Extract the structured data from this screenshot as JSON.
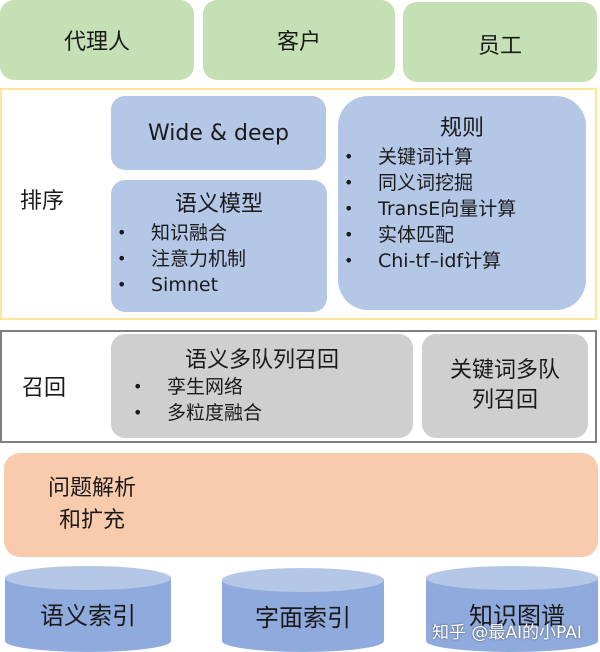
{
  "users": {
    "items": [
      {
        "label": "代理人"
      },
      {
        "label": "客户"
      },
      {
        "label": "员工"
      }
    ]
  },
  "ranking": {
    "section_label": "排序",
    "wide_deep": {
      "title": "Wide & deep"
    },
    "semantic_model": {
      "title": "语义模型",
      "items": [
        "知识融合",
        "注意力机制",
        "Simnet"
      ]
    },
    "rules": {
      "title": "规则",
      "items": [
        "关键词计算",
        "同义词挖掘",
        "TransE向量计算",
        "实体匹配",
        "Chi-tf–idf计算"
      ]
    }
  },
  "recall": {
    "section_label": "召回",
    "semantic_multi_queue": {
      "title": "语义多队列召回",
      "items": [
        "孪生网络",
        "多粒度融合"
      ]
    },
    "keyword_multi_queue": {
      "title_line1": "关键词多队",
      "title_line2": "列召回"
    }
  },
  "query_parsing": {
    "line1": "问题解析",
    "line2": "和扩充"
  },
  "indexes": {
    "items": [
      {
        "label": "语义索引"
      },
      {
        "label": "字面索引"
      },
      {
        "label": "知识图谱"
      }
    ]
  },
  "watermark": {
    "text": "知乎 @最AI的小PAI"
  },
  "colors": {
    "user_green": "#c5e0b4",
    "ranking_border": "#ffe699",
    "model_blue": "#b4c7e7",
    "recall_border": "#7f7f7f",
    "recall_gray": "#cfcfcf",
    "parsing_orange": "#f8cbad",
    "db_blue": "#8faadc"
  }
}
